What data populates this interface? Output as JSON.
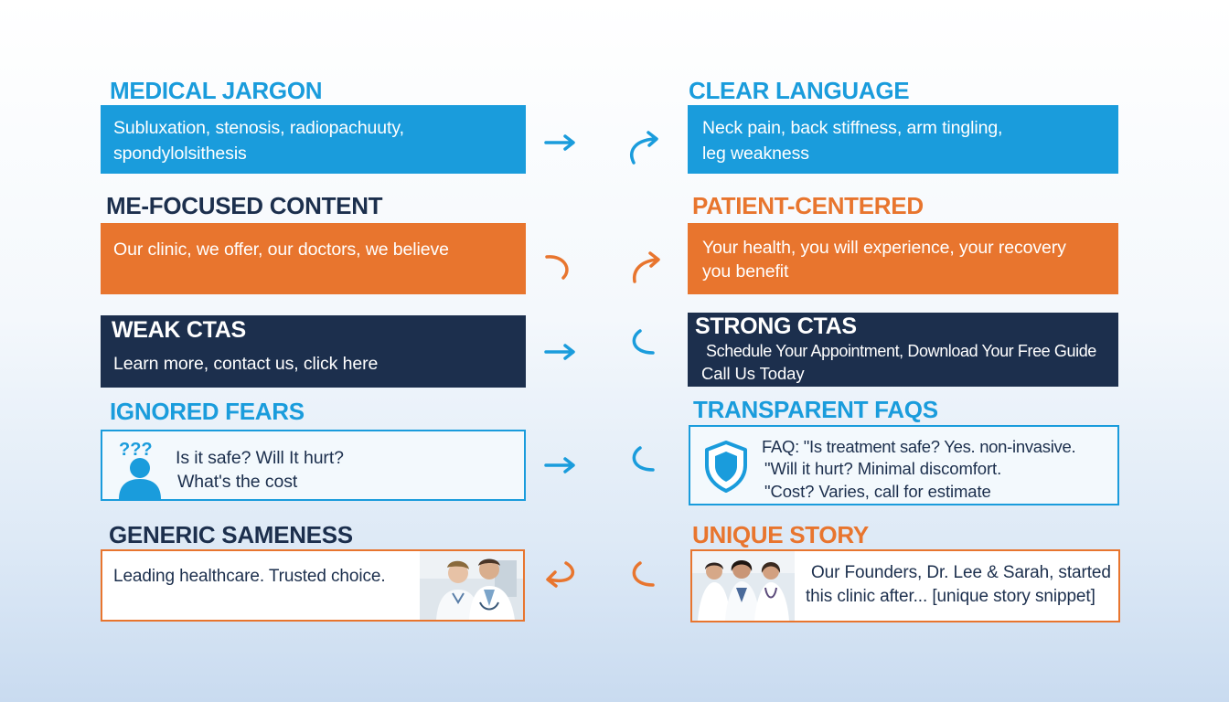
{
  "colors": {
    "blue": "#1a9cdc",
    "orange": "#e8752e",
    "navy": "#1c2f4d",
    "arrow_blue": "#1a9cdc",
    "arrow_orange": "#e8752e"
  },
  "rows": [
    {
      "left": {
        "heading": "MEDICAL JARGON",
        "text1": "Subluxation, stenosis, radiopachuuty,",
        "text2": "spondylolsithesis"
      },
      "right": {
        "heading": "CLEAR LANGUAGE",
        "text1": "Neck pain, back stiffness, arm tingling,",
        "text2": "leg weakness"
      },
      "arrow_left_icon": "arrow-right-icon",
      "arrow_right_icon": "curved-arrow-icon"
    },
    {
      "left": {
        "heading": "ME-FOCUSED CONTENT",
        "text1": "Our clinic, we offer, our doctors, we believe"
      },
      "right": {
        "heading": "PATIENT-CENTERED",
        "text1": "Your health, you will experience, your recovery",
        "text2": "you benefit"
      },
      "arrow_left_icon": "curve-icon",
      "arrow_right_icon": "curved-arrow-icon"
    },
    {
      "left": {
        "heading": "WEAK CTAS",
        "text1": "Learn more, contact us, click here"
      },
      "right": {
        "heading": "STRONG CTAS",
        "text1": "Schedule Your Appointment, Download Your Free Guide",
        "text2": "Call Us Today"
      },
      "arrow_left_icon": "arrow-right-icon",
      "arrow_right_icon": "curve-icon"
    },
    {
      "left": {
        "heading": "IGNORED FEARS",
        "text1": "Is it safe? Will It hurt?",
        "text2": "What's the cost",
        "icon": "confused-person-icon",
        "icon_glyph": "???"
      },
      "right": {
        "heading": "TRANSPARENT FAQS",
        "text1": "FAQ: \"Is treatment safe? Yes. non-invasive.",
        "text2": "\"Will it hurt? Minimal discomfort.",
        "text3": "\"Cost? Varies, call for estimate",
        "icon": "shield-icon"
      },
      "arrow_left_icon": "arrow-right-icon",
      "arrow_right_icon": "curve-icon"
    },
    {
      "left": {
        "heading": "GENERIC SAMENESS",
        "text1": "Leading healthcare. Trusted choice.",
        "photo": "doctors-photo"
      },
      "right": {
        "heading": "UNIQUE STORY",
        "text1": "Our Founders, Dr. Lee & Sarah, started",
        "text2": "this clinic after... [unique story snippet]",
        "photo": "team-photo"
      },
      "arrow_left_icon": "arrow-left-curved-icon",
      "arrow_right_icon": "curve-icon"
    }
  ]
}
